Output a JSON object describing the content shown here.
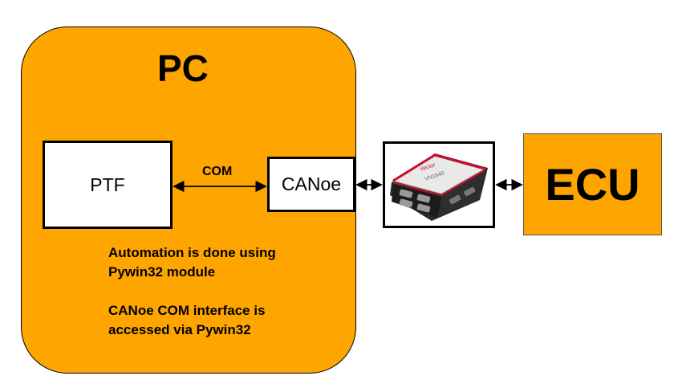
{
  "pc": {
    "title": "PC",
    "color": "#FFA500"
  },
  "ptf": {
    "label": "PTF"
  },
  "canoe": {
    "label": "CANoe"
  },
  "connection": {
    "com_label": "COM"
  },
  "notes": {
    "line1": "Automation is done using",
    "line2": "Pywin32 module",
    "line3": "CANoe COM interface is",
    "line4": "accessed via Pywin32"
  },
  "device": {
    "icon": "vector-can-interface-icon",
    "brand_text": "Vector",
    "model_text": "VN1640"
  },
  "ecu": {
    "label": "ECU",
    "color": "#FFA500"
  }
}
